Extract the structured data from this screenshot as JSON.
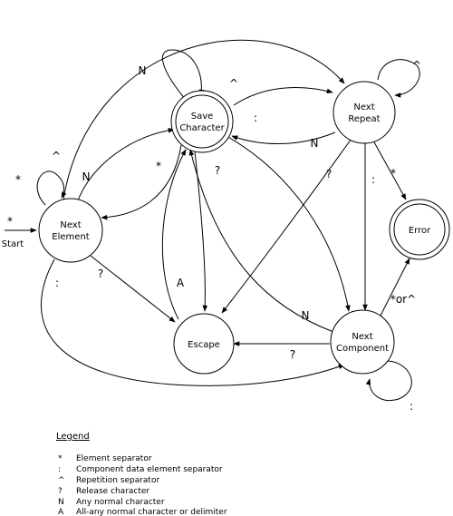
{
  "states": {
    "next_element": [
      "Next",
      "Element"
    ],
    "save_character": [
      "Save",
      "Character"
    ],
    "next_repeat": [
      "Next",
      "Repeat"
    ],
    "error": [
      "Error"
    ],
    "escape": [
      "Escape"
    ],
    "next_component": [
      "Next",
      "Component"
    ]
  },
  "start_label": "Start",
  "edge_labels": {
    "start": "*",
    "ne_self": "*",
    "ne_self_caret": "^",
    "ne_to_save": "N",
    "save_to_ne": "*",
    "ne_to_escape": "?",
    "ne_to_component": ":",
    "save_self": "N",
    "save_to_repeat": "^",
    "save_colon": ":",
    "save_to_escape": "?",
    "escape_to_save": "A",
    "repeat_self": "^",
    "repeat_to_save": "N",
    "repeat_to_escape": "?",
    "repeat_to_error": "*",
    "repeat_to_component": ":",
    "component_to_error": "*or^",
    "component_to_escape": "?",
    "component_to_save": "N",
    "component_self": ":"
  },
  "legend": {
    "title": "Legend",
    "items": [
      {
        "symbol": "*",
        "text": "Element separator"
      },
      {
        "symbol": ":",
        "text": "Component data element separator"
      },
      {
        "symbol": "^",
        "text": "Repetition separator"
      },
      {
        "symbol": "?",
        "text": "Release character"
      },
      {
        "symbol": "N",
        "text": "Any normal character"
      },
      {
        "symbol": "A",
        "text": "All-any normal character or delimiter"
      }
    ]
  }
}
